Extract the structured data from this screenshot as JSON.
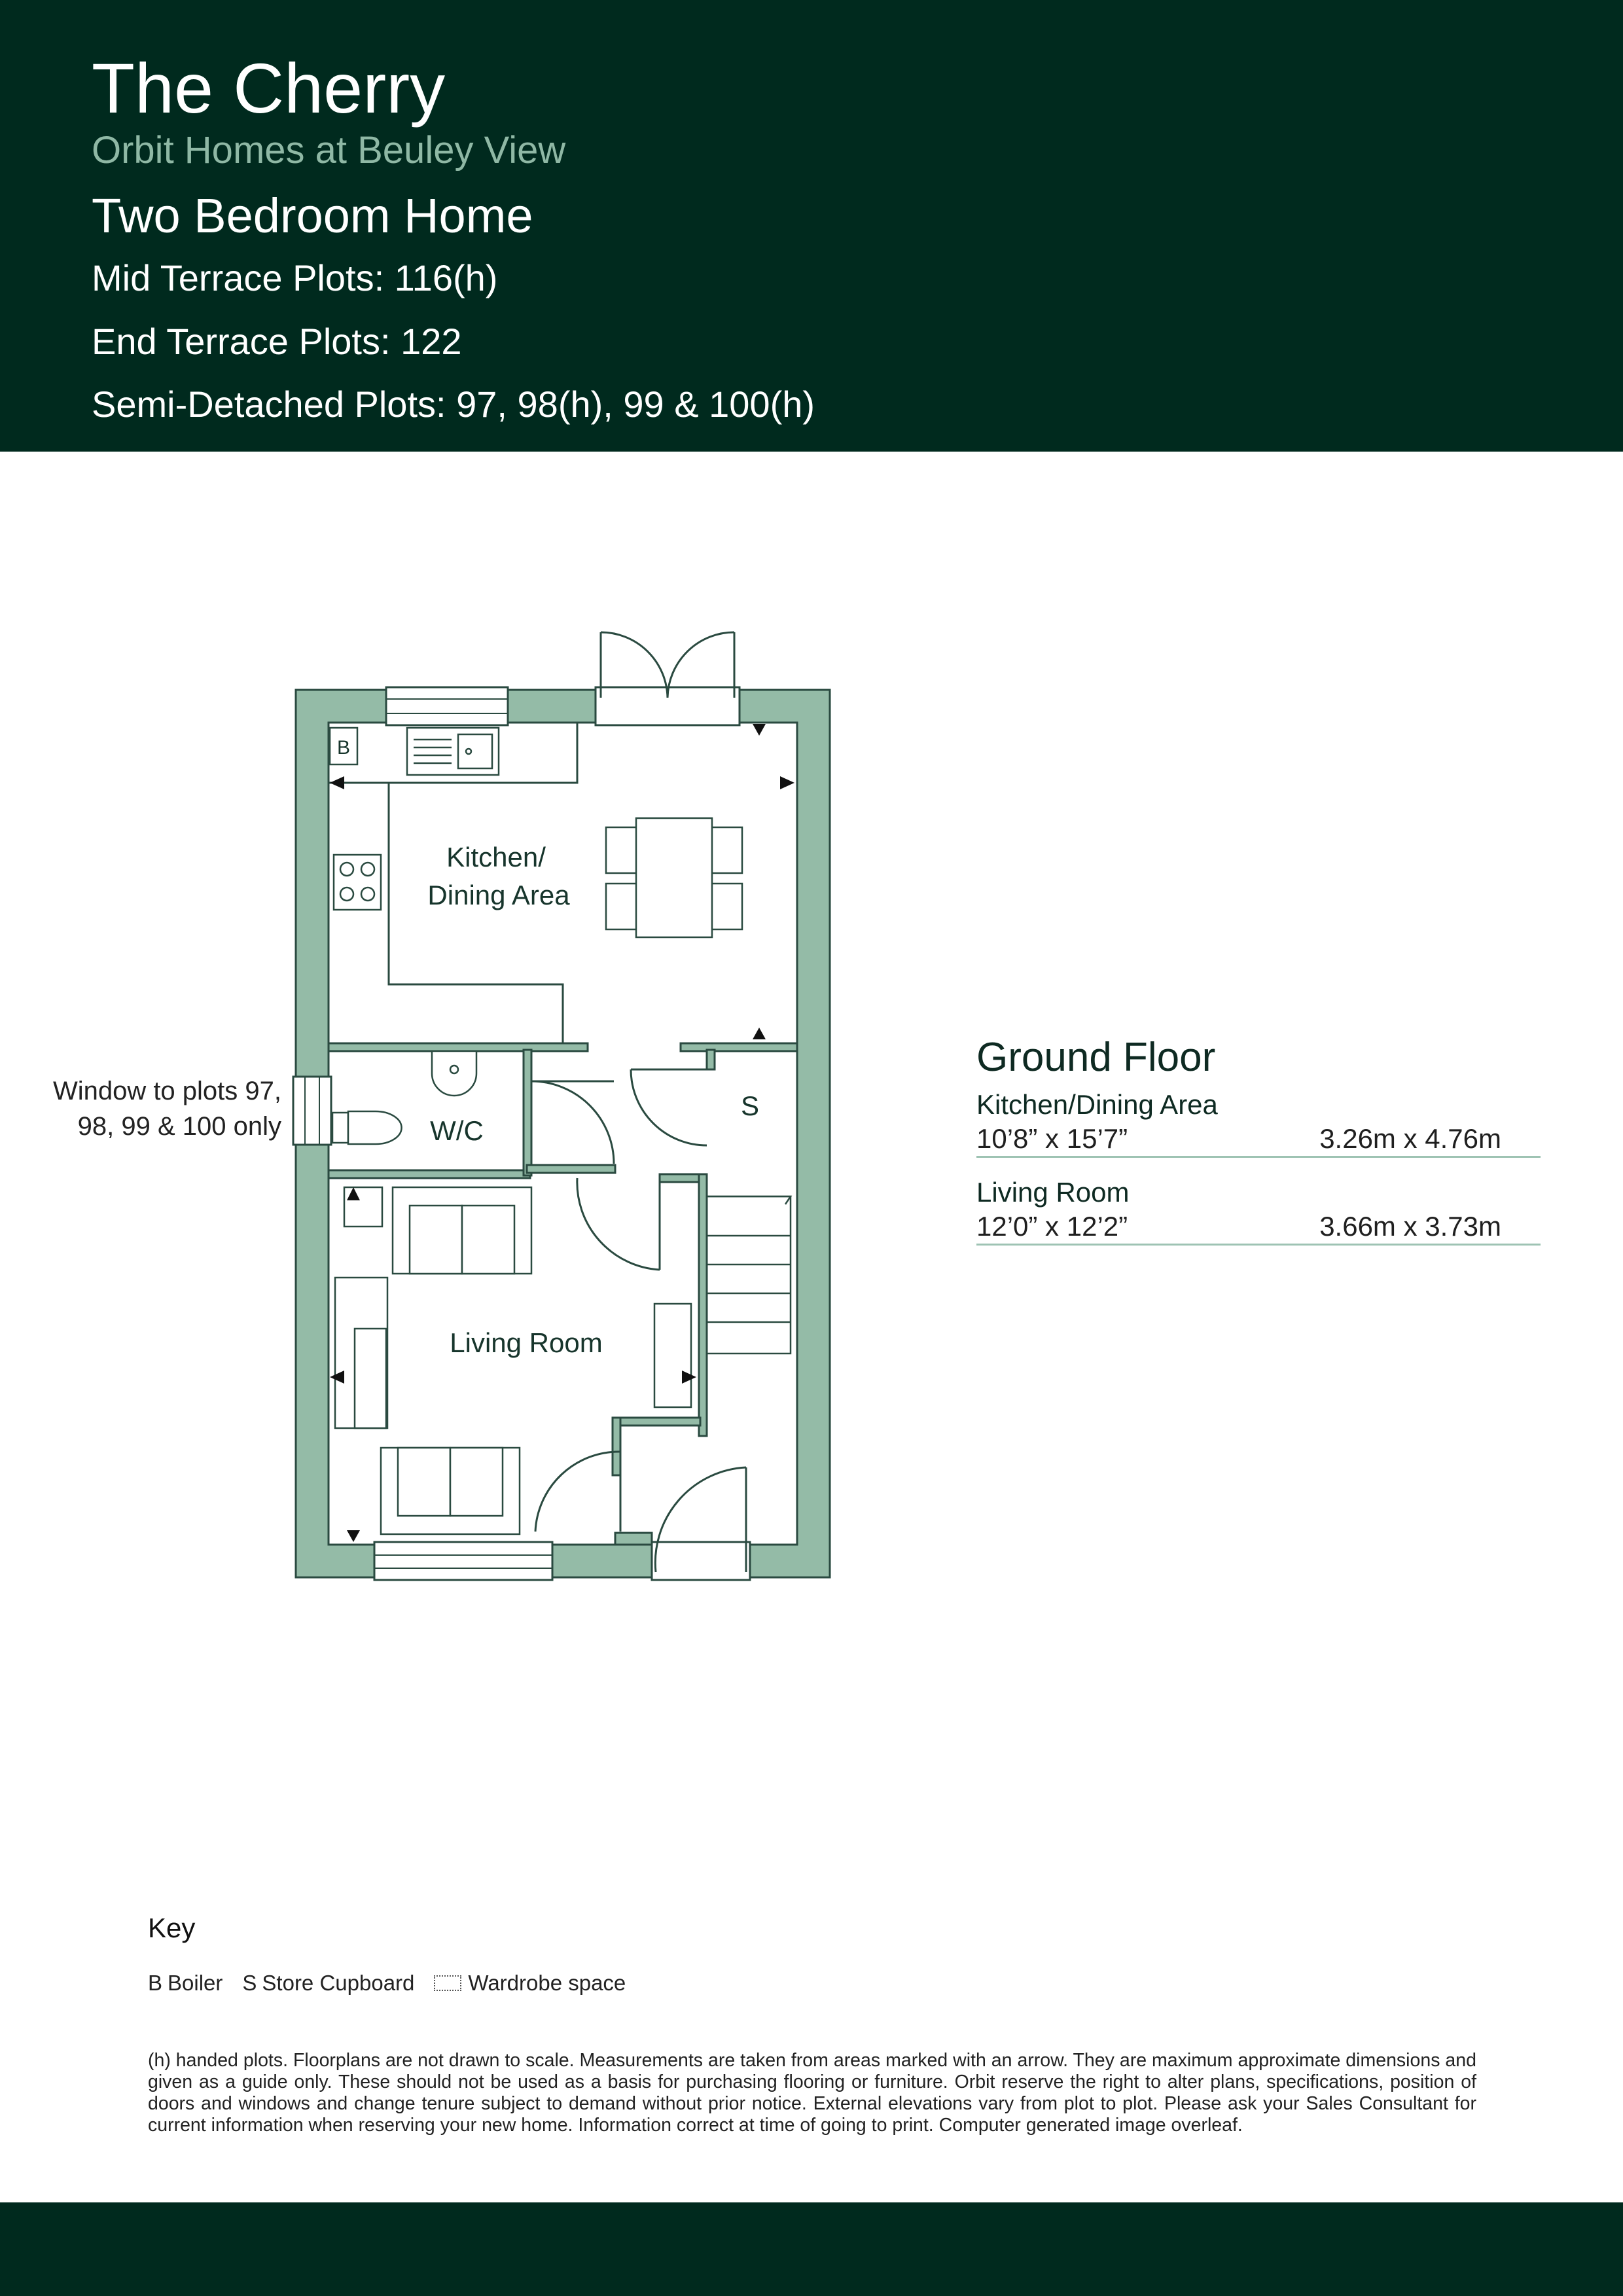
{
  "header": {
    "title": "The Cherry",
    "subtitle": "Orbit Homes at Beuley View",
    "home_type": "Two Bedroom Home",
    "plots": [
      "Mid Terrace Plots: 116(h)",
      "End Terrace Plots: 122",
      "Semi-Detached Plots: 97, 98(h), 99 & 100(h)"
    ]
  },
  "plan": {
    "labels": {
      "kitchen_line1": "Kitchen/",
      "kitchen_line2": "Dining Area",
      "wc": "W/C",
      "store": "S",
      "living": "Living Room",
      "boiler": "B"
    },
    "window_note_line1": "Window to plots 97,",
    "window_note_line2": "98, 99 & 100 only"
  },
  "ground_floor": {
    "title": "Ground Floor",
    "rooms": [
      {
        "name": "Kitchen/Dining Area",
        "imperial": "10’8” x 15’7”",
        "metric": "3.26m x 4.76m"
      },
      {
        "name": "Living Room",
        "imperial": "12’0” x 12’2”",
        "metric": "3.66m x 3.73m"
      }
    ]
  },
  "key": {
    "title": "Key",
    "items": [
      {
        "symbol": "B",
        "label": "Boiler"
      },
      {
        "symbol": "S",
        "label": "Store Cupboard"
      }
    ],
    "wardrobe_label": "Wardrobe space"
  },
  "disclaimer": "(h) handed plots. Floorplans are not drawn to scale. Measurements are taken from areas marked with an arrow. They are maximum approximate dimensions and given as a guide only. These should not be used as a basis for purchasing flooring or furniture. Orbit reserve the right to alter plans, specifications, position of doors and windows and change tenure subject to demand without prior notice. External elevations vary from plot to plot. Please ask your Sales Consultant for current information when reserving your new home. Information correct at time of going to print. Computer generated image overleaf.",
  "colors": {
    "header_bg": "#002a1e",
    "subtitle": "#8fb8a5",
    "wall": "#94bba7",
    "line": "#2a4a40"
  }
}
